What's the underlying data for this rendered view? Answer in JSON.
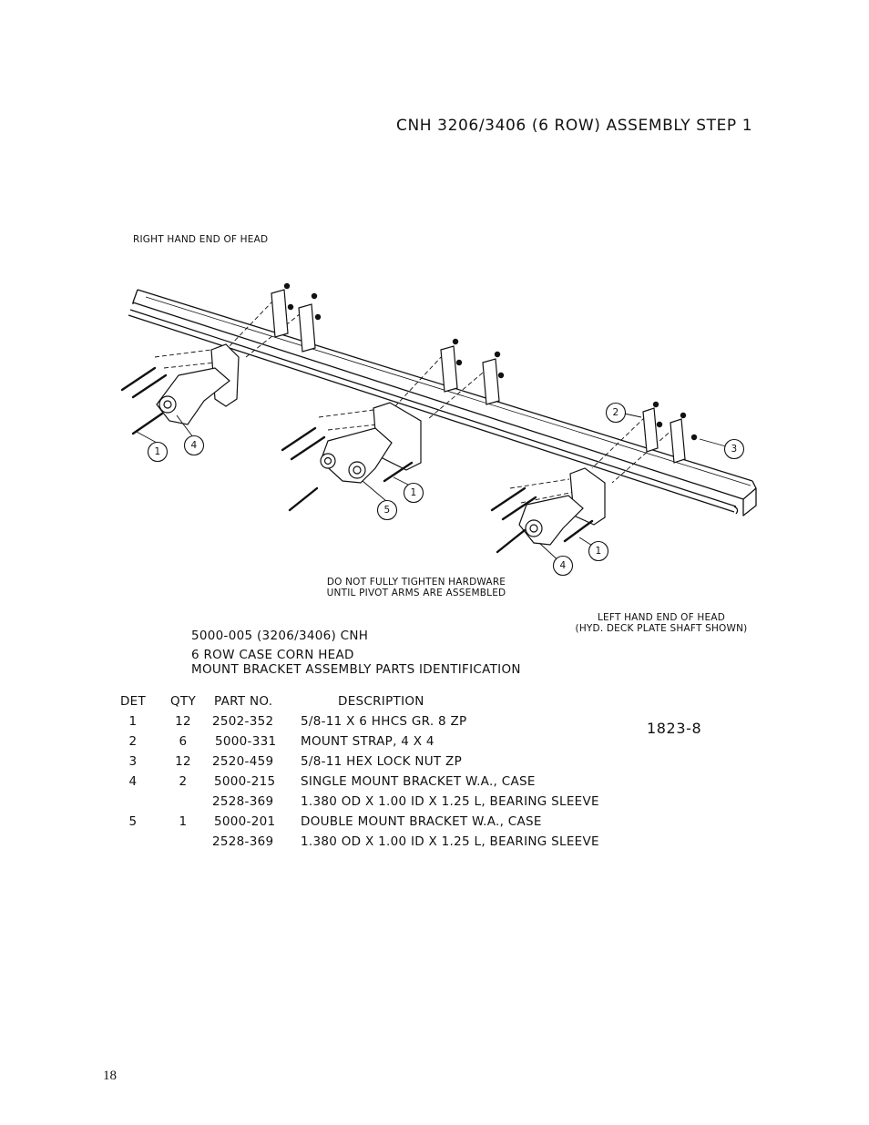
{
  "page": {
    "title": "CNH 3206/3406 (6 ROW) ASSEMBLY STEP 1",
    "page_number": "18",
    "drawing_number": "1823-8"
  },
  "diagram": {
    "right_end_label": "RIGHT HAND END OF HEAD",
    "note_line1": "DO NOT FULLY TIGHTEN HARDWARE",
    "note_line2": "UNTIL PIVOT ARMS ARE ASSEMBLED",
    "left_end_line1": "LEFT HAND END OF HEAD",
    "left_end_line2": "(HYD. DECK PLATE SHAFT SHOWN)",
    "callouts": [
      "1",
      "4",
      "5",
      "1",
      "2",
      "3",
      "1",
      "4"
    ]
  },
  "assembly": {
    "line1": "5000-005 (3206/3406) CNH",
    "line2": "6 ROW CASE CORN HEAD",
    "line3": "MOUNT BRACKET ASSEMBLY PARTS IDENTIFICATION"
  },
  "table": {
    "headers": [
      "DET",
      "QTY",
      "PART NO.",
      "DESCRIPTION"
    ],
    "rows": [
      {
        "det": "1",
        "qty": "12",
        "part": "2502-352",
        "desc": "5/8-11 X 6 HHCS GR. 8 ZP"
      },
      {
        "det": "2",
        "qty": "6",
        "part": "5000-331",
        "desc": "MOUNT STRAP, 4 X 4"
      },
      {
        "det": "3",
        "qty": "12",
        "part": "2520-459",
        "desc": "5/8-11 HEX LOCK NUT ZP"
      },
      {
        "det": "4",
        "qty": "2",
        "part": "5000-215",
        "desc": "SINGLE MOUNT BRACKET W.A., CASE"
      },
      {
        "det": "",
        "qty": "",
        "part": "2528-369",
        "desc": "1.380 OD X 1.00 ID X 1.25 L, BEARING SLEEVE"
      },
      {
        "det": "5",
        "qty": "1",
        "part": "5000-201",
        "desc": "DOUBLE MOUNT BRACKET W.A., CASE"
      },
      {
        "det": "",
        "qty": "",
        "part": "2528-369",
        "desc": "1.380 OD X 1.00 ID X 1.25 L, BEARING SLEEVE"
      }
    ]
  }
}
